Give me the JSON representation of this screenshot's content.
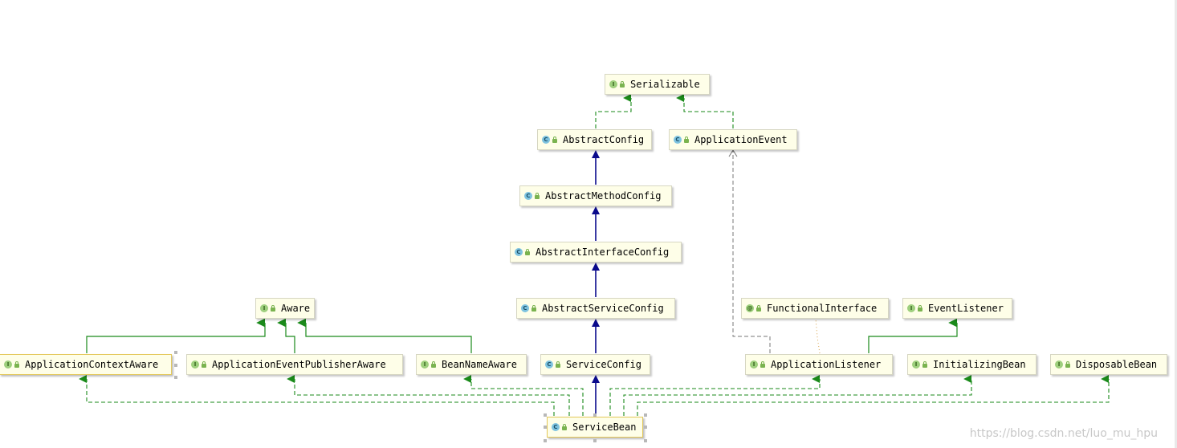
{
  "diagram": {
    "nodes": {
      "serializable": {
        "label": "Serializable",
        "kind": "interface"
      },
      "abstract_config": {
        "label": "AbstractConfig",
        "kind": "class"
      },
      "application_event": {
        "label": "ApplicationEvent",
        "kind": "class"
      },
      "abstract_method_config": {
        "label": "AbstractMethodConfig",
        "kind": "class"
      },
      "abstract_interface_config": {
        "label": "AbstractInterfaceConfig",
        "kind": "class"
      },
      "aware": {
        "label": "Aware",
        "kind": "interface"
      },
      "abstract_service_config": {
        "label": "AbstractServiceConfig",
        "kind": "class"
      },
      "functional_interface": {
        "label": "FunctionalInterface",
        "kind": "annotation"
      },
      "event_listener": {
        "label": "EventListener",
        "kind": "interface"
      },
      "application_context_aware": {
        "label": "ApplicationContextAware",
        "kind": "interface"
      },
      "application_event_publisher_aware": {
        "label": "ApplicationEventPublisherAware",
        "kind": "interface"
      },
      "bean_name_aware": {
        "label": "BeanNameAware",
        "kind": "interface"
      },
      "service_config": {
        "label": "ServiceConfig",
        "kind": "class"
      },
      "application_listener": {
        "label": "ApplicationListener",
        "kind": "interface"
      },
      "initializing_bean": {
        "label": "InitializingBean",
        "kind": "interface"
      },
      "disposable_bean": {
        "label": "DisposableBean",
        "kind": "interface"
      },
      "service_bean": {
        "label": "ServiceBean",
        "kind": "class"
      }
    },
    "badges": {
      "interface": "I",
      "class": "C",
      "annotation": "@"
    },
    "colors": {
      "extends": "#0a0a8c",
      "implements": "#1a8a1a",
      "annotated": "#d9a24a",
      "event_dependency": "#777777"
    }
  },
  "watermark": "https://blog.csdn.net/luo_mu_hpu"
}
